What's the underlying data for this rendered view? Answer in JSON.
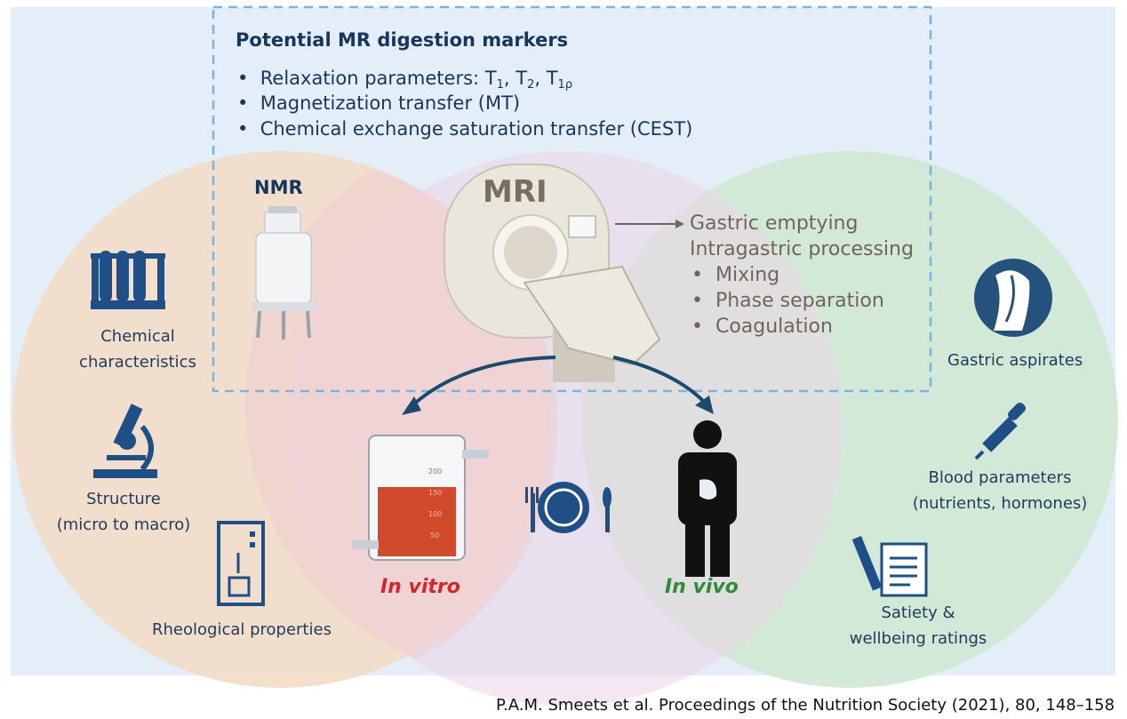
{
  "markers": {
    "title": "Potential MR digestion markers",
    "relaxation": {
      "text": "Relaxation parameters: T",
      "s1": "1",
      "s2": "2",
      "s3": "1ρ"
    },
    "mt": "Magnetization transfer (MT)",
    "cest": "Chemical exchange saturation transfer (CEST)"
  },
  "nmr_label": "NMR",
  "mri_label": "MRI",
  "mri_outputs": {
    "gastric_emptying": "Gastric emptying",
    "intragastric": "Intragastric processing",
    "items": [
      "Mixing",
      "Phase separation",
      "Coagulation"
    ]
  },
  "left_circle": {
    "chemical": [
      "Chemical",
      "characteristics"
    ],
    "structure": [
      "Structure",
      "(micro to macro)"
    ],
    "rheological": "Rheological properties"
  },
  "right_circle": {
    "aspirates": "Gastric aspirates",
    "blood": [
      "Blood parameters",
      "(nutrients, hormones)"
    ],
    "satiety": [
      "Satiety &",
      "wellbeing ratings"
    ]
  },
  "in_vitro": "In vitro",
  "in_vivo": "In vivo",
  "beaker_ticks": [
    "200",
    "150",
    "100",
    "50"
  ],
  "credit": "P.A.M. Smeets et al. Proceedings of the Nutrition Society (2021), 80, 148–158",
  "colors": {
    "background": "#e4eef8",
    "left_circle": "#f3dcc6",
    "middle_circle": "#ecd6e8",
    "right_circle": "#cfe8d4",
    "accent_navy": "#16365c",
    "in_vitro": "#d8232a",
    "in_vivo": "#2e8b3a",
    "dashed_box": "#7ab3e0"
  }
}
